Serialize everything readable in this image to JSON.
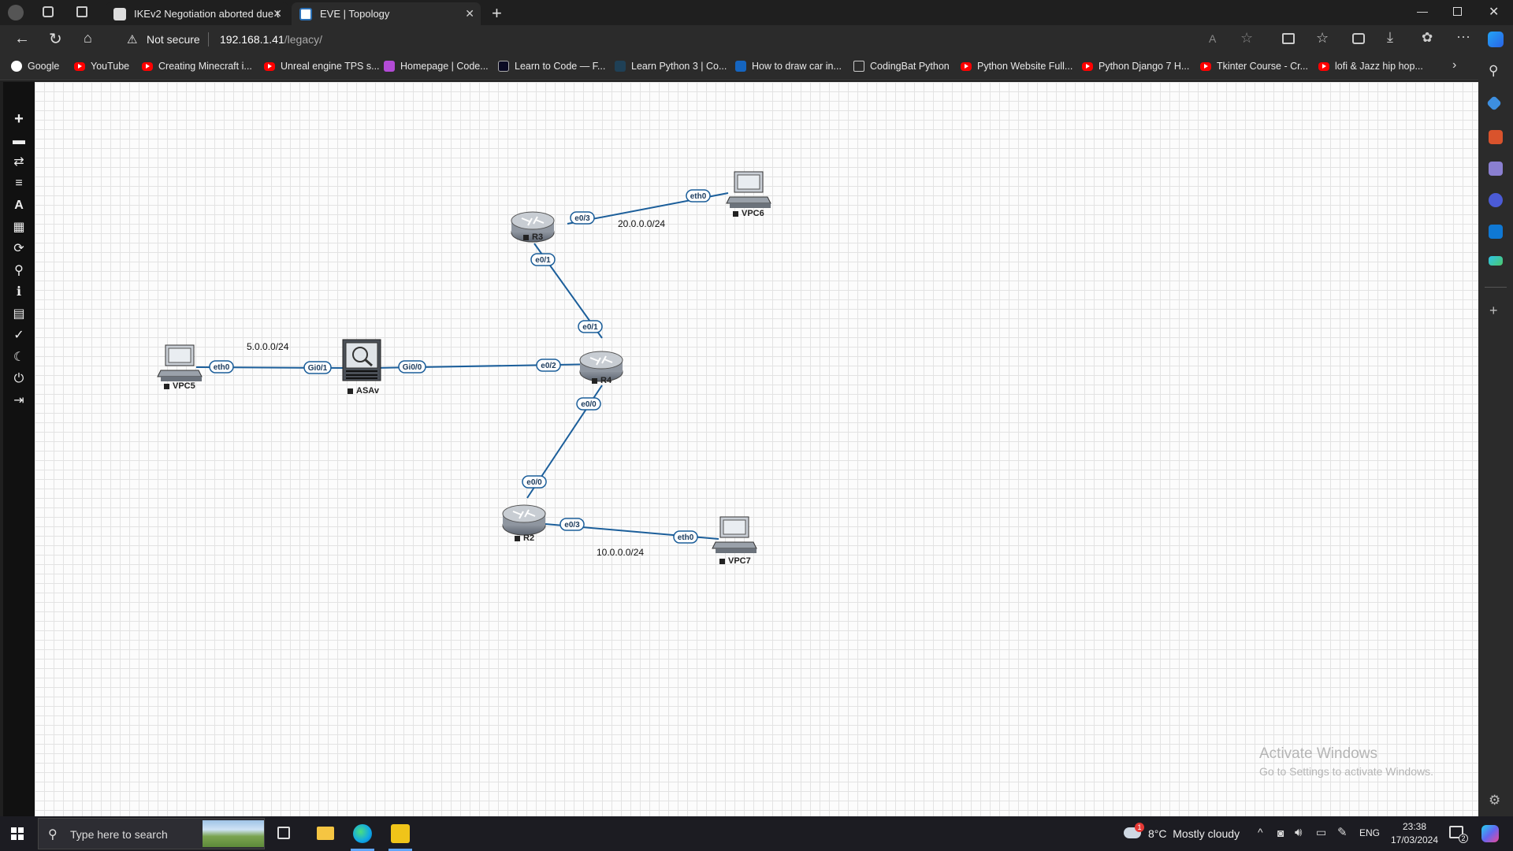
{
  "tabs": [
    {
      "title": "IKEv2 Negotiation aborted due t",
      "active": false
    },
    {
      "title": "EVE | Topology",
      "active": true
    }
  ],
  "address": {
    "security": "Not secure",
    "host": "192.168.1.41",
    "path": "/legacy/"
  },
  "bookmarks": [
    "Google",
    "YouTube",
    "Creating Minecraft i...",
    "Unreal engine TPS s...",
    "Homepage | Code...",
    "Learn to Code — F...",
    "Learn Python 3 | Co...",
    "How to draw car in...",
    "CodingBat Python",
    "Python Website Full...",
    "Python Django 7 H...",
    "Tkinter Course - Cr...",
    "lofi & Jazz hip hop..."
  ],
  "nodes": {
    "vpc5": "VPC5",
    "asav": "ASAv",
    "r3": "R3",
    "r4": "R4",
    "r2": "R2",
    "vpc6": "VPC6",
    "vpc7": "VPC7"
  },
  "interfaces": {
    "vpc5_eth0": "eth0",
    "asav_gi01": "Gi0/1",
    "asav_gi00": "Gi0/0",
    "r4_e02": "e0/2",
    "r3_e03": "e0/3",
    "vpc6_eth0": "eth0",
    "r3_e01": "e0/1",
    "r4_e01": "e0/1",
    "r4_e00": "e0/0",
    "r2_e00": "e0/0",
    "r2_e03": "e0/3",
    "vpc7_eth0": "eth0"
  },
  "networks": {
    "net5": "5.0.0.0/24",
    "net20": "20.0.0.0/24",
    "net10": "10.0.0.0/24"
  },
  "watermark": {
    "line1": "Activate Windows",
    "line2": "Go to Settings to activate Windows."
  },
  "taskbar": {
    "search_placeholder": "Type here to search",
    "weather": "8°C  Mostly cloudy",
    "weather_badge": "1",
    "language": "ENG",
    "time": "23:38",
    "date": "17/03/2024",
    "notifications": "2"
  },
  "colors": {
    "link": "#1b5e9a",
    "accent": "#3a8fd6"
  }
}
